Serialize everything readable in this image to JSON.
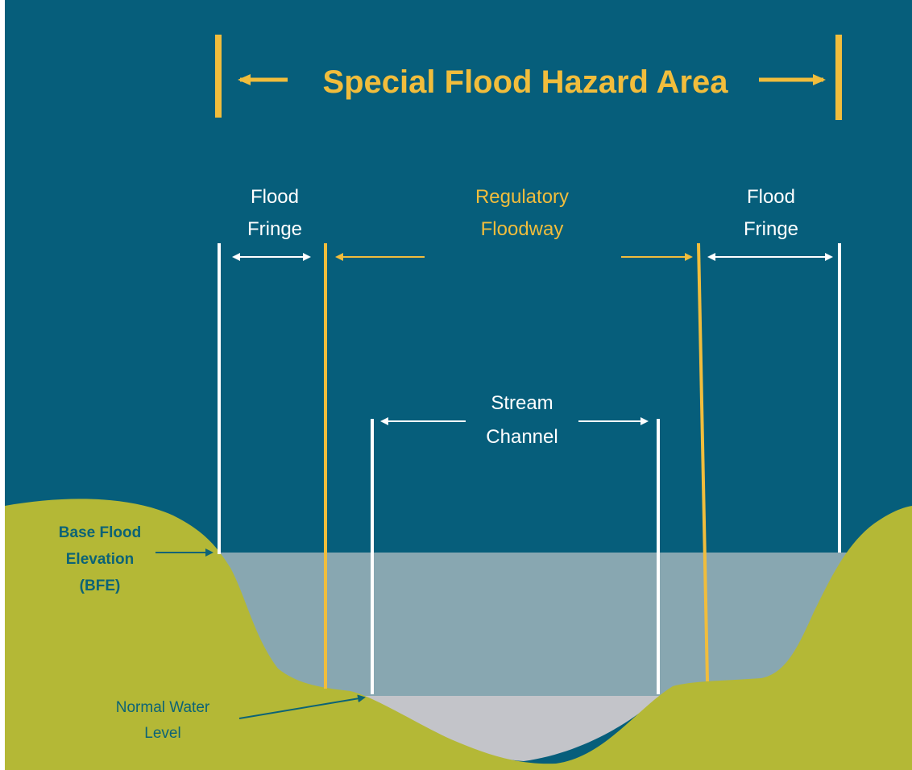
{
  "colors": {
    "sky": "#065e7b",
    "ground": "#b4b836",
    "flood_water": "#88a7b1",
    "normal_water": "#c3c4c9",
    "accent_gold": "#f1bd3c",
    "line_white": "#ffffff",
    "label_teal": "#0c6376"
  },
  "title": "Special Flood Hazard Area",
  "zones": {
    "left_fringe": {
      "line1": "Flood",
      "line2": "Fringe"
    },
    "floodway": {
      "line1": "Regulatory",
      "line2": "Floodway"
    },
    "right_fringe": {
      "line1": "Flood",
      "line2": "Fringe"
    },
    "stream_channel": {
      "line1": "Stream",
      "line2": "Channel"
    }
  },
  "annotations": {
    "bfe": {
      "line1": "Base Flood",
      "line2": "Elevation",
      "line3": "(BFE)"
    },
    "normal_water": {
      "line1": "Normal Water",
      "line2": "Level"
    }
  }
}
